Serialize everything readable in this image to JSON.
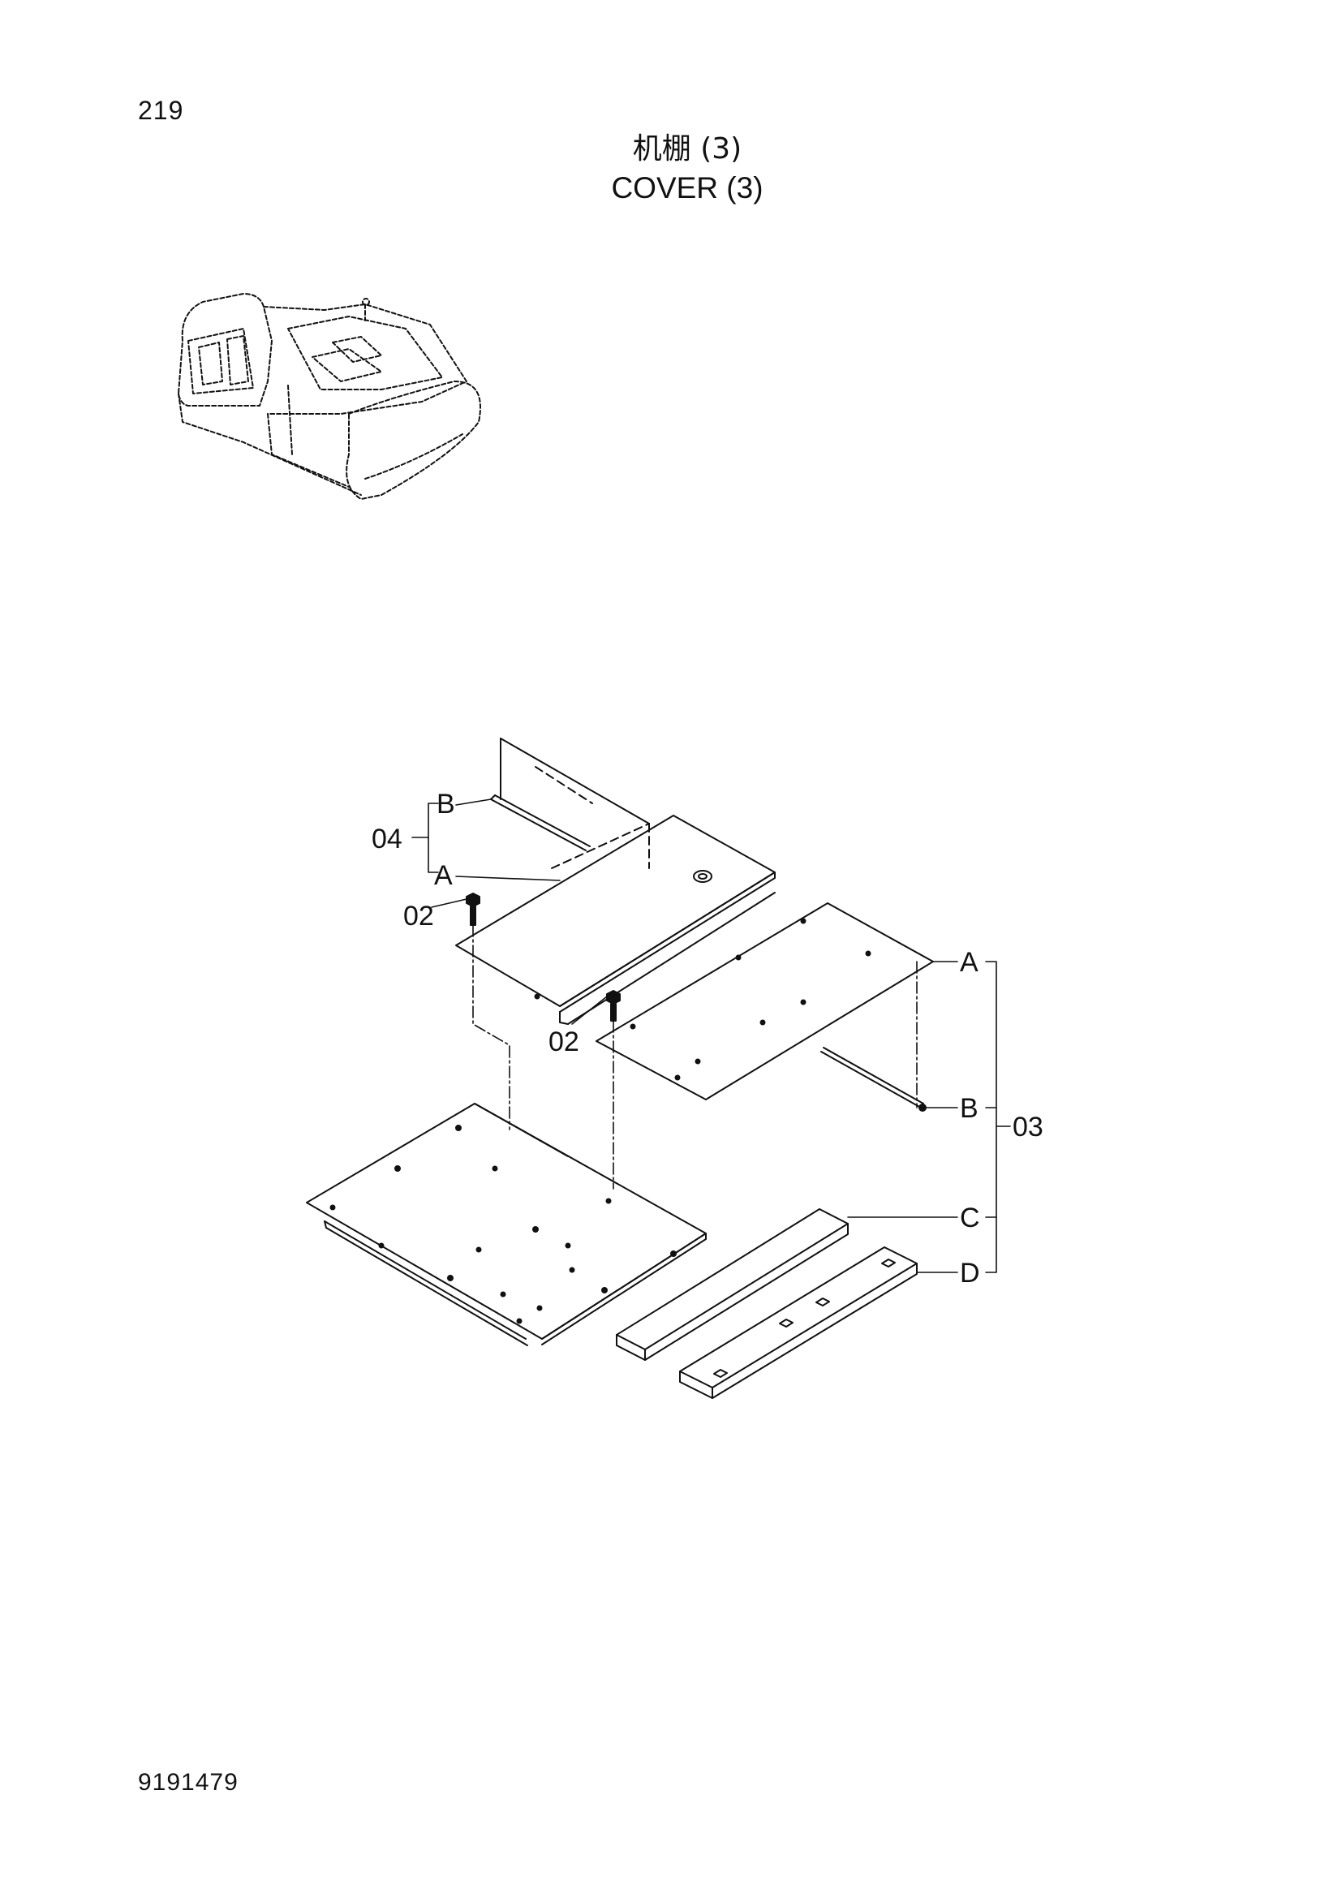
{
  "page": {
    "number": "219",
    "title_cn": "机棚 (3)",
    "title_en": "COVER (3)",
    "doc_number": "9191479"
  },
  "callouts": {
    "assembly_04": "04",
    "assembly_03": "03",
    "bolt_left": "02",
    "bolt_right": "02",
    "a04": "A",
    "b04": "B",
    "a03": "A",
    "b03": "B",
    "c03": "C",
    "d03": "D"
  }
}
